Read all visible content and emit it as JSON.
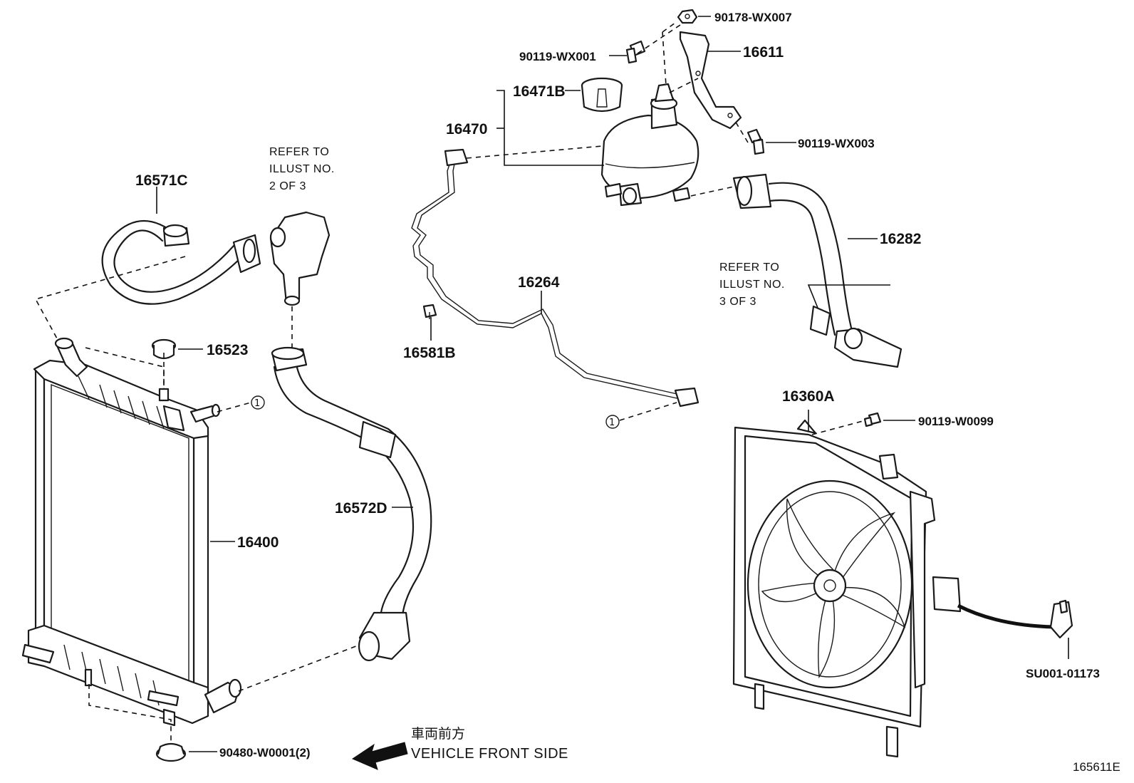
{
  "labels": {
    "p90178": "90178-WX007",
    "p90119_wx001": "90119-WX001",
    "p16611": "16611",
    "p16471b": "16471B",
    "p16470": "16470",
    "p90119_wx003": "90119-WX003",
    "p16571c": "16571C",
    "p16282": "16282",
    "p16264": "16264",
    "p16523": "16523",
    "p16581b": "16581B",
    "p16360a": "16360A",
    "p90119_w0099": "90119-W0099",
    "p16572d": "16572D",
    "p16400": "16400",
    "p90480": "90480-W0001(2)",
    "pSU001": "SU001-01173"
  },
  "refer_left": {
    "line1": "REFER TO",
    "line2": "ILLUST NO.",
    "line3": "2 OF 3"
  },
  "refer_right": {
    "line1": "REFER TO",
    "line2": "ILLUST NO.",
    "line3": "3 OF 3"
  },
  "ref_marker": "①",
  "direction": {
    "japanese": "車両前方",
    "english": "VEHICLE FRONT SIDE"
  },
  "figure_id": "165611E"
}
